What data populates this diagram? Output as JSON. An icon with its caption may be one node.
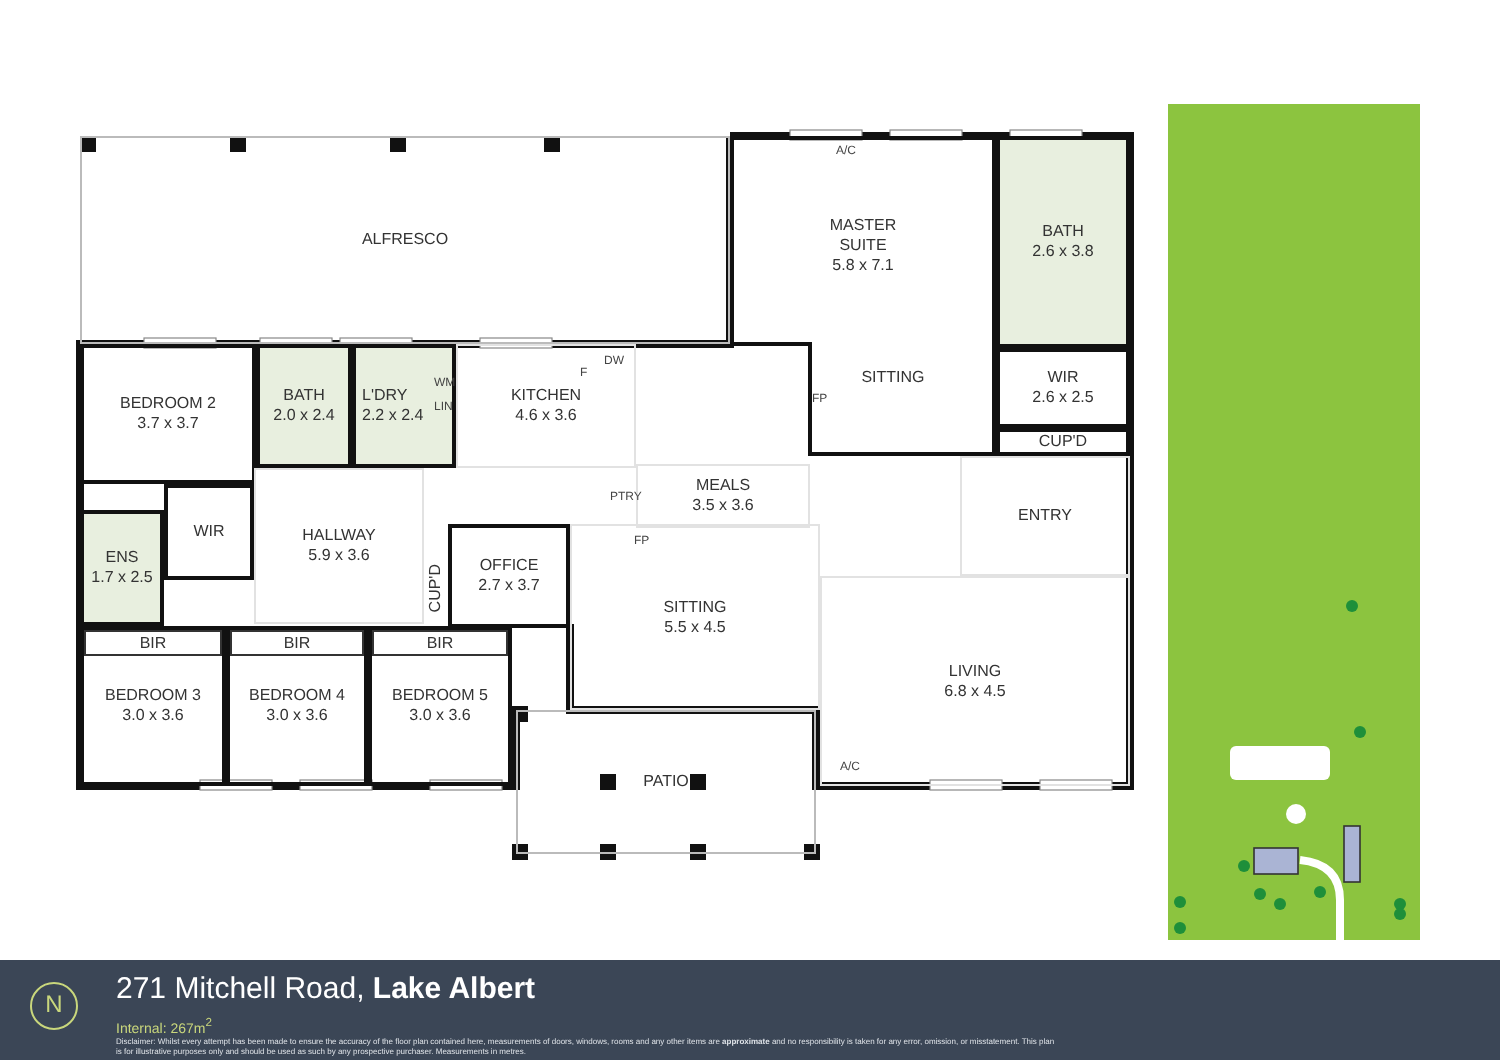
{
  "diagram": {
    "title": "271 Mitchell Road, **Lake Albert**",
    "nodes": [
      {
        "text": [
          "ALFRESCO"
        ]
      },
      {
        "text": [
          "MASTER SUITE",
          "5.8 x 7.1",
          "SITTING"
        ]
      },
      {
        "text": [
          "BATH",
          "2.6 x 3.8"
        ]
      },
      {
        "text": [
          "WIR",
          "2.6 x 2.5"
        ]
      },
      {
        "text": [
          "CUP'D"
        ]
      },
      {
        "text": [
          "BEDROOM 2",
          "3.7 x 3.7"
        ]
      },
      {
        "text": [
          "BATH",
          "2.0 x 2.4"
        ]
      },
      {
        "text": [
          "L'DRY",
          "2.2 x 2.4"
        ]
      },
      {
        "text": [
          "KITCHEN",
          "4.6 x 3.6"
        ]
      },
      {
        "text": [
          "MEALS",
          "3.5 x 3.6"
        ]
      },
      {
        "text": [
          "ENTRY"
        ]
      },
      {
        "text": [
          "ENS",
          "1.7 x 2.5"
        ]
      },
      {
        "text": [
          "WIR"
        ]
      },
      {
        "text": [
          "HALLWAY",
          "5.9 x 3.6"
        ]
      },
      {
        "text": [
          "CUP'D"
        ]
      },
      {
        "text": [
          "OFFICE",
          "2.7 x 3.7"
        ]
      },
      {
        "text": [
          "SITTING",
          "5.5 x 4.5"
        ]
      },
      {
        "text": [
          "LIVING",
          "6.8 x 4.5"
        ]
      },
      {
        "text": [
          "BEDROOM 3",
          "3.0 x 3.6"
        ]
      },
      {
        "text": [
          "BIR"
        ],
        "in": 18
      },
      {
        "text": [
          "BEDROOM 4",
          "3.0 x 3.6"
        ]
      },
      {
        "text": [
          "BIR"
        ],
        "in": 20
      },
      {
        "text": [
          "BEDROOM 5",
          "3.0 x 3.6"
        ]
      },
      {
        "text": [
          "BIR"
        ],
        "in": 22
      },
      {
        "text": [
          "PATIO"
        ]
      }
    ],
    "labels": [
      "A/C",
      "DW",
      "F",
      "WM",
      "LIN",
      "FP",
      "PTRY",
      "FP",
      "A/C",
      "N",
      "Internal: 267m$^{2}$",
      "Disclaimer: Whilst every attempt has been made to ensure the accuracy of the floor plan contained here, measurements of doors, windows, rooms and any other items are **approximate** and no responsibility is taken for any error, omission, or misstatement. This plan is for illustrative purposes only and should be used as such by any prospective purchaser. Measurements in metres."
    ]
  }
}
